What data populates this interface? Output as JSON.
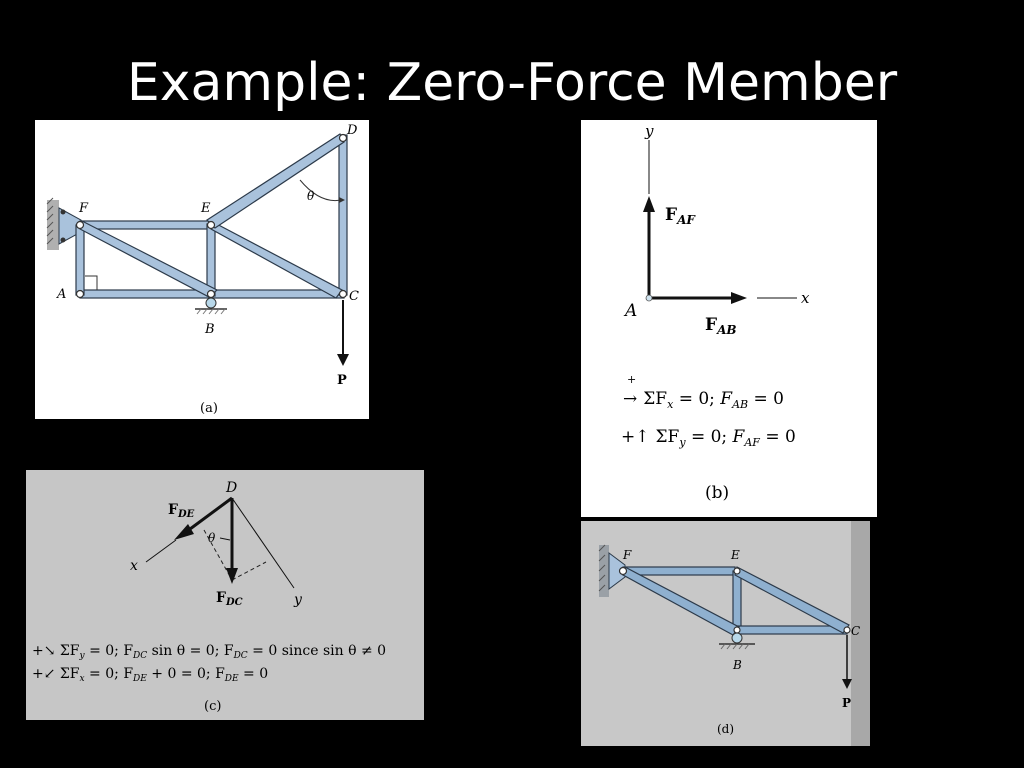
{
  "title": "Example: Zero-Force Member",
  "colors": {
    "background": "#000000",
    "panel_a_bg": "#ffffff",
    "panel_b_bg": "#ffffff",
    "panel_c_bg": "#c6c6c6",
    "panel_d_bg": "#c8c8c8",
    "member_fill": "#a9c2dc",
    "member_stroke": "#2c3a4a"
  },
  "panel_a": {
    "caption": "(a)",
    "nodes": {
      "A": "A",
      "B": "B",
      "C": "C",
      "D": "D",
      "E": "E",
      "F": "F"
    },
    "angle": "θ",
    "load": "P"
  },
  "panel_b": {
    "caption": "(b)",
    "axis_y": "y",
    "axis_x": "x",
    "point": "A",
    "force_af": {
      "main": "F",
      "sub": "AF"
    },
    "force_ab": {
      "main": "F",
      "sub": "AB"
    },
    "eq1": {
      "prefix": "→",
      "sum": "ΣF",
      "sub": "x",
      "rest": " = 0;  ",
      "f": "F",
      "fsub": "AB",
      "end": " = 0",
      "plus": "+"
    },
    "eq2": {
      "prefix": "+↑",
      "sum": "ΣF",
      "sub": "y",
      "rest": " = 0;  ",
      "f": "F",
      "fsub": "AF",
      "end": " = 0"
    }
  },
  "panel_c": {
    "caption": "(c)",
    "point": "D",
    "axis_x": "x",
    "axis_y": "y",
    "angle": "θ",
    "force_de": {
      "main": "F",
      "sub": "DE"
    },
    "force_dc": {
      "main": "F",
      "sub": "DC"
    },
    "eq1": {
      "prefix": "+↘ ΣF",
      "sub": "y",
      "rest": " = 0; F",
      "f1sub": "DC",
      "mid": " sin θ = 0;   F",
      "f2sub": "DC",
      "end": " = 0 since sin θ ≠ 0"
    },
    "eq2": {
      "prefix": "+↙ ΣF",
      "sub": "x",
      "rest": " = 0; F",
      "f1sub": "DE",
      "mid": " + 0 = 0;   F",
      "f2sub": "DE",
      "end": " = 0"
    }
  },
  "panel_d": {
    "caption": "(d)",
    "nodes": {
      "B": "B",
      "C": "C",
      "E": "E",
      "F": "F"
    },
    "load": "P"
  }
}
